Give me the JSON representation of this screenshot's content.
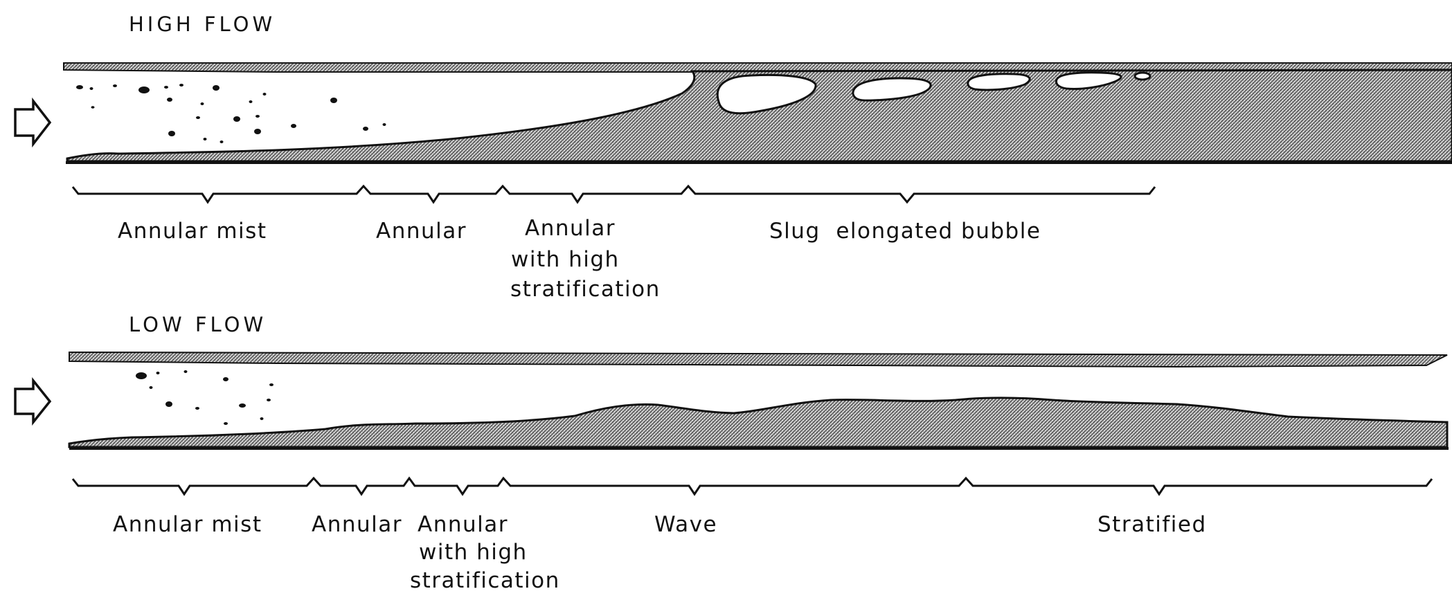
{
  "panels": {
    "high": {
      "title": "HIGH FLOW",
      "regimes": [
        {
          "lines": [
            "Annular mist"
          ]
        },
        {
          "lines": [
            "Annular"
          ]
        },
        {
          "lines": [
            "Annular",
            "with high",
            "stratification"
          ]
        },
        {
          "lines": [
            "Slug  elongated bubble"
          ]
        }
      ]
    },
    "low": {
      "title": "LOW FLOW",
      "regimes": [
        {
          "lines": [
            "Annular mist"
          ]
        },
        {
          "lines": [
            "Annular"
          ]
        },
        {
          "lines": [
            "Annular",
            "with high",
            "stratification"
          ]
        },
        {
          "lines": [
            "Wave"
          ]
        },
        {
          "lines": [
            "Stratified"
          ]
        }
      ]
    }
  },
  "icons": {
    "flow_direction": "hollow-right-arrow-icon"
  },
  "colors": {
    "ink": "#111111",
    "liquid_hatch_light": "#e6e6e6",
    "liquid_hatch_dark": "#4a4a4a",
    "background": "#ffffff"
  }
}
